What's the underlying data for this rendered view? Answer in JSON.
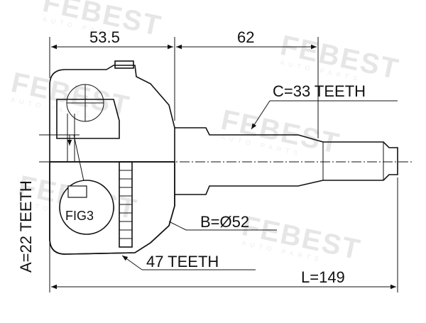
{
  "watermark": {
    "brand": "FEBEST",
    "tagline": "AUTO PARTS"
  },
  "dimensions": {
    "length_a": "53.5",
    "length_b": "62",
    "spline_c": "C=33 TEETH",
    "spline_a": "A=22 TEETH",
    "diameter_b": "B=Ø52",
    "abs_ring": "47 TEETH",
    "total_length": "L=149"
  },
  "callout": {
    "fig": "FIG3"
  },
  "colors": {
    "line": "#111111",
    "watermark": "#e6e6e6",
    "background": "#ffffff"
  }
}
